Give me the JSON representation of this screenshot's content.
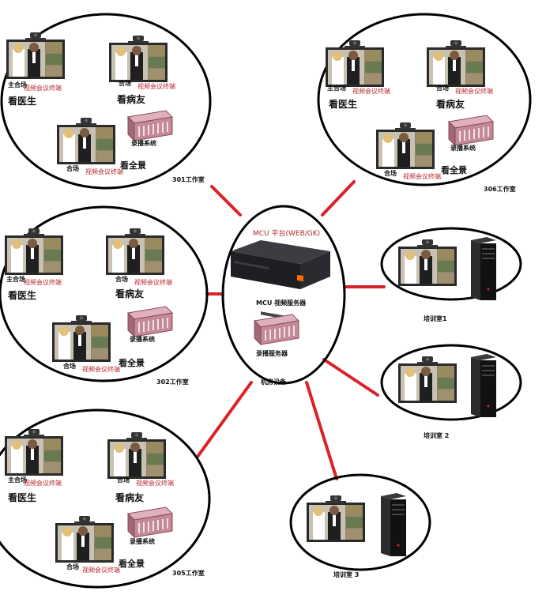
{
  "colors": {
    "ellipse_stroke": "#000000",
    "link": "#d9232a",
    "recorder_fill": "#c48a98",
    "recorder_stroke": "#8a4a5a",
    "screen_frame": "#2a2a2a",
    "server_body": "#1e1f23",
    "server_accent": "#ff6a00",
    "pc_body": "#111111",
    "label_red": "#b5252a",
    "label_black": "#111111"
  },
  "center": {
    "platform_label": "MCU 平台(WEB/GK)",
    "server_label": "MCU 视频服务器",
    "recorder_label": "录播服务器",
    "room_label": "机房设备"
  },
  "offices": [
    {
      "room": "301工作室",
      "main_site": "主合场",
      "terminal": "视频会议终端",
      "site": "合场",
      "doctor": "看医生",
      "patient": "看病友",
      "recorder": "录播系统",
      "panorama": "看全景"
    },
    {
      "room": "306工作室",
      "main_site": "主合场",
      "terminal": "视频会议终端",
      "site": "合场",
      "doctor": "看医生",
      "patient": "看病友",
      "recorder": "录播系统",
      "panorama": "看全景"
    },
    {
      "room": "302工作室",
      "main_site": "主合场",
      "terminal": "视频会议终端",
      "site": "合场",
      "doctor": "看医生",
      "patient": "看病友",
      "recorder": "录播系统",
      "panorama": "看全景"
    },
    {
      "room": "305工作室",
      "main_site": "主合场",
      "terminal": "视频会议终端",
      "site": "合场",
      "doctor": "看医生",
      "patient": "看病友",
      "recorder": "录播系统",
      "panorama": "看全景"
    }
  ],
  "training": [
    {
      "room": "培训室1"
    },
    {
      "room": "培训室 2"
    },
    {
      "room": "培训室 3"
    }
  ]
}
